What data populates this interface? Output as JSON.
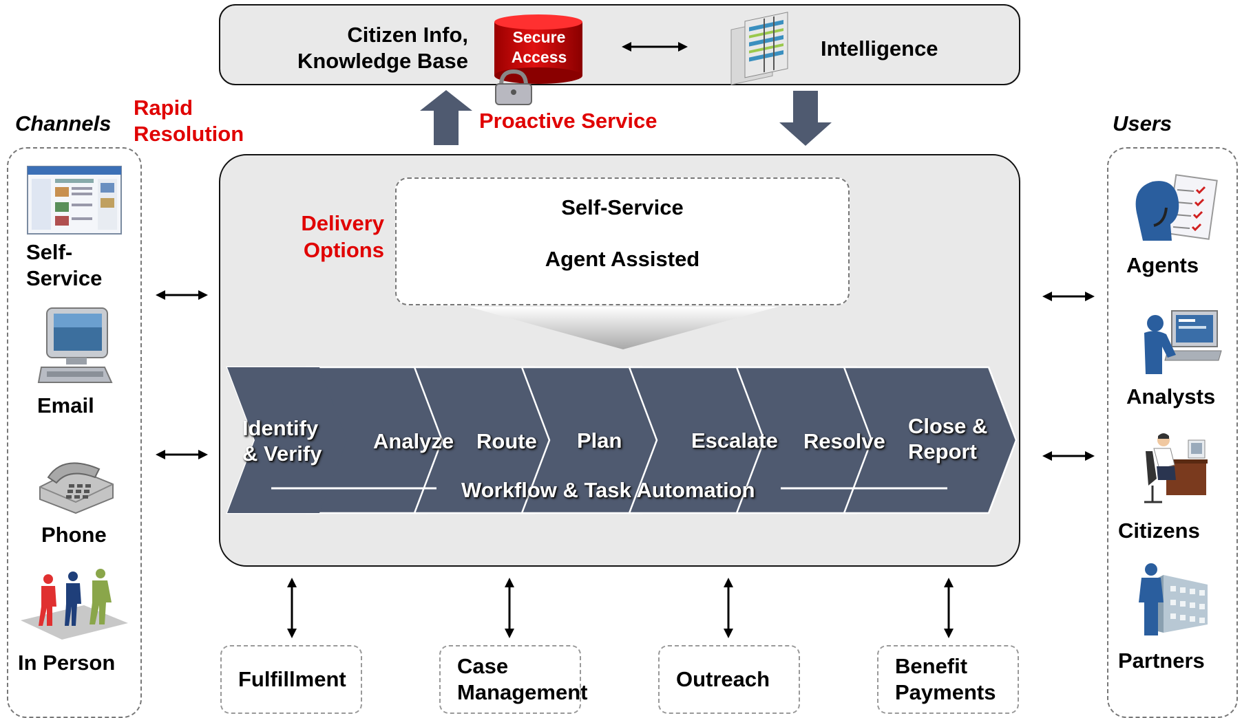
{
  "top": {
    "knowledge_line1": "Citizen Info,",
    "knowledge_line2": "Knowledge Base",
    "secure_line1": "Secure",
    "secure_line2": "Access",
    "intelligence": "Intelligence"
  },
  "callouts": {
    "proactive": "Proactive Service",
    "rapid_line1": "Rapid",
    "rapid_line2": "Resolution",
    "delivery_line1": "Delivery",
    "delivery_line2": "Options"
  },
  "channels": {
    "title": "Channels",
    "items": [
      {
        "line1": "Self-",
        "line2": "Service",
        "icon": "web-page-icon"
      },
      {
        "line1": "Email",
        "line2": "",
        "icon": "computer-icon"
      },
      {
        "line1": "Phone",
        "line2": "",
        "icon": "phone-icon"
      },
      {
        "line1": "In Person",
        "line2": "",
        "icon": "people-icon"
      }
    ]
  },
  "users": {
    "title": "Users",
    "items": [
      {
        "label": "Agents",
        "icon": "agent-headset-icon"
      },
      {
        "label": "Analysts",
        "icon": "analyst-computer-icon"
      },
      {
        "label": "Citizens",
        "icon": "citizen-desk-icon"
      },
      {
        "label": "Partners",
        "icon": "partner-building-icon"
      }
    ]
  },
  "delivery": {
    "self_service": "Self-Service",
    "agent_assisted": "Agent Assisted"
  },
  "workflow": {
    "title": "Workflow & Task Automation",
    "steps": [
      {
        "line1": "Identify",
        "line2": "& Verify"
      },
      {
        "line1": "Analyze",
        "line2": ""
      },
      {
        "line1": "Route",
        "line2": ""
      },
      {
        "line1": "Plan",
        "line2": ""
      },
      {
        "line1": "Escalate",
        "line2": ""
      },
      {
        "line1": "Resolve",
        "line2": ""
      },
      {
        "line1": "Close &",
        "line2": "Report"
      }
    ]
  },
  "bottom": [
    {
      "line1": "Fulfillment",
      "line2": ""
    },
    {
      "line1": "Case",
      "line2": "Management"
    },
    {
      "line1": "Outreach",
      "line2": ""
    },
    {
      "line1": "Benefit",
      "line2": "Payments"
    }
  ],
  "colors": {
    "accent_red": "#e00000",
    "chevron": "#4f5a70",
    "panel": "#e9e9e9"
  }
}
